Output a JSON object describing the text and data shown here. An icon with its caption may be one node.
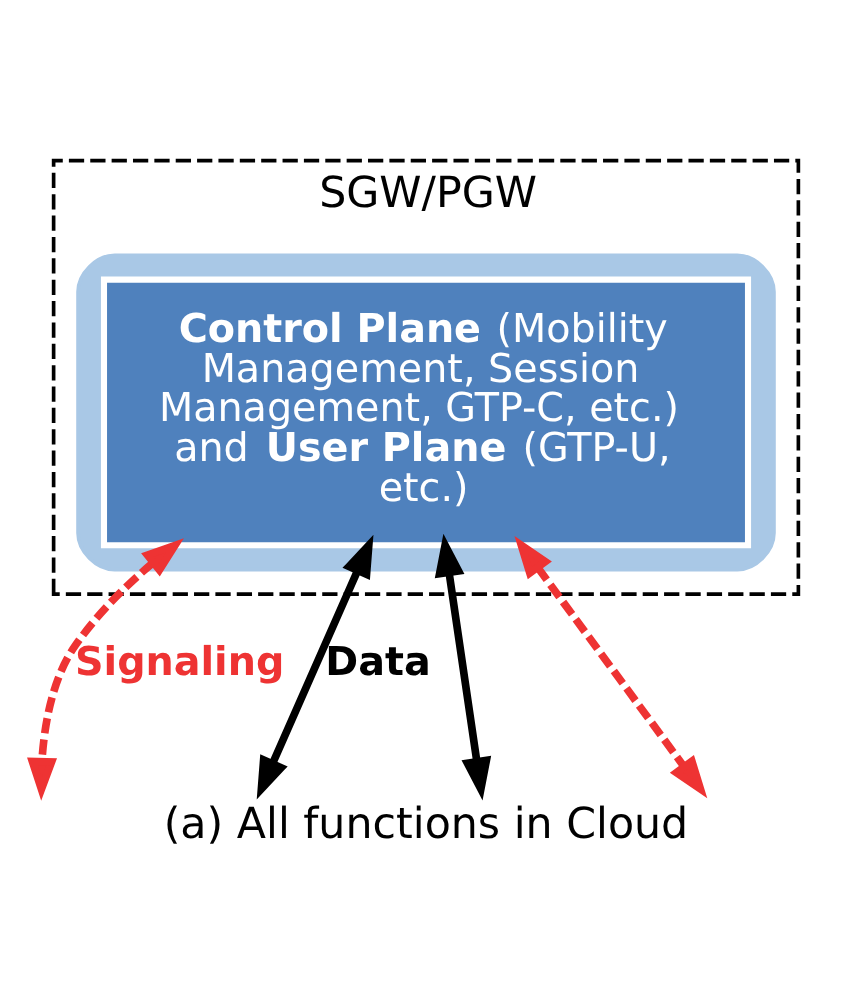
{
  "diagram": {
    "caption": "(a) All functions in Cloud",
    "nodes": [
      {
        "text": [
          "SGW/PGW"
        ]
      },
      {
        "text": [],
        "shape": "cloud",
        "in": 0
      },
      {
        "text": [
          "**Control Plane** (Mobility Management, Session Management, GTP-C, etc.) and **User Plane** (GTP-U, etc.)"
        ],
        "in": 1
      }
    ],
    "edges": [
      {
        "from": 2,
        "to": null,
        "arrow": "both",
        "style": "dashed",
        "color": "#ee3333"
      },
      {
        "from": 2,
        "to": null,
        "arrow": "both",
        "label": "Signaling",
        "style": "dashed",
        "color": "#ee3333"
      },
      {
        "from": 2,
        "to": null,
        "arrow": "both",
        "color": "#000000"
      },
      {
        "from": 2,
        "to": null,
        "arrow": "both",
        "label": "Data",
        "color": "#000000"
      }
    ]
  }
}
